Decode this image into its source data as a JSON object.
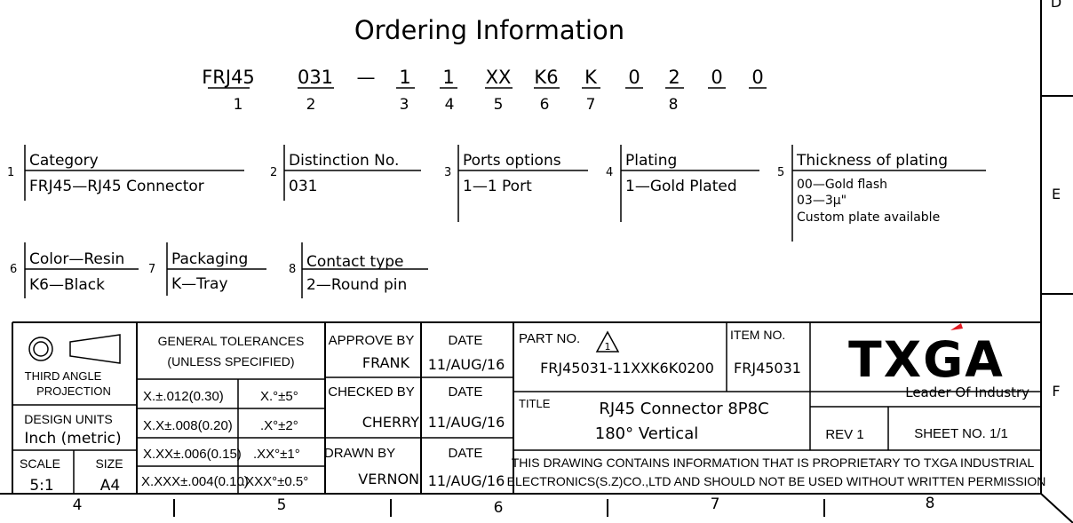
{
  "title": "Ordering Information",
  "code": {
    "parts": [
      "FRJ45",
      "031",
      "—",
      "1",
      "1",
      "XX",
      "K6",
      "K",
      "0",
      "2",
      "0",
      "0"
    ],
    "numbers": [
      "1",
      "2",
      "3",
      "4",
      "5",
      "6",
      "7",
      "8"
    ]
  },
  "sections": [
    {
      "num": "1",
      "label": "Category",
      "values": [
        "FRJ45—RJ45 Connector"
      ]
    },
    {
      "num": "2",
      "label": "Distinction No.",
      "values": [
        "031"
      ]
    },
    {
      "num": "3",
      "label": "Ports options",
      "values": [
        "1—1 Port"
      ]
    },
    {
      "num": "4",
      "label": "Plating",
      "values": [
        "1—Gold Plated"
      ]
    },
    {
      "num": "5",
      "label": "Thickness of plating",
      "values": [
        "00—Gold flash",
        "03—3μ\"",
        "Custom plate available"
      ]
    },
    {
      "num": "6",
      "label": "Color—Resin",
      "values": [
        "K6—Black"
      ]
    },
    {
      "num": "7",
      "label": "Packaging",
      "values": [
        "K—Tray"
      ]
    },
    {
      "num": "8",
      "label": "Contact type",
      "values": [
        "2—Round pin"
      ]
    }
  ],
  "title_block": {
    "projection": [
      "THIRD ANGLE",
      "PROJECTION"
    ],
    "design_units": [
      "DESIGN UNITS",
      "Inch (metric)"
    ],
    "scale_label": "SCALE",
    "scale_value": "5:1",
    "size_label": "SIZE",
    "size_value": "A4",
    "tolerance_header": [
      "GENERAL TOLERANCES",
      "(UNLESS SPECIFIED)"
    ],
    "tolerances": [
      [
        "X.±.012(0.30)",
        "X.°±5°"
      ],
      [
        "X.X±.008(0.20)",
        ".X°±2°"
      ],
      [
        "X.XX±.006(0.15)",
        ".XX°±1°"
      ],
      [
        "X.XXX±.004(0.10)",
        ".XXX°±0.5°"
      ]
    ],
    "approve_label": "APPROVE BY",
    "approve_name": "FRANK",
    "checked_label": "CHECKED BY",
    "checked_name": "CHERRY",
    "drawn_label": "DRAWN BY",
    "drawn_name": "VERNON",
    "date_label": "DATE",
    "dates": [
      "11/AUG/16",
      "11/AUG/16",
      "11/AUG/16"
    ],
    "part_no_label": "PART NO.",
    "revision_mark": "1",
    "part_no": "FRJ45031-11XXK6K0200",
    "item_no_label": "ITEM NO.",
    "item_no": "FRJ45031",
    "logo": "TXGA",
    "tagline": "Leader Of Industry",
    "title_label": "TITLE",
    "title_lines": [
      "RJ45 Connector 8P8C",
      "180° Vertical"
    ],
    "rev": "REV 1",
    "sheet": "SHEET NO. 1/1",
    "notice": [
      "THIS DRAWING CONTAINS INFORMATION THAT IS PROPRIETARY TO TXGA INDUSTRIAL",
      "ELECTRONICS(S.Z)CO.,LTD AND SHOULD NOT BE USED WITHOUT WRITTEN PERMISSION"
    ]
  },
  "zones_bottom": [
    "4",
    "5",
    "6",
    "7",
    "8"
  ],
  "zones_right": [
    "D",
    "E",
    "F"
  ]
}
